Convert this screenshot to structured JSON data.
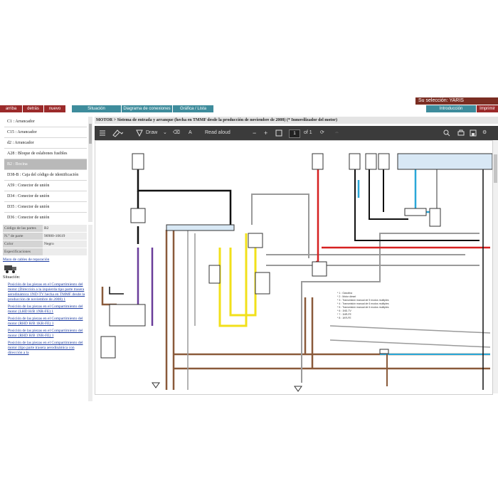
{
  "header": {
    "selection_label": "Su selección: YARIS",
    "nav_buttons": [
      "arriba",
      "detrás",
      "nuevo"
    ],
    "tabs": [
      "Situación",
      "Diagrama de conexiones",
      "Gráfica / Lista"
    ],
    "intro_button": "Introducción",
    "print_button": "Imprimir"
  },
  "sidebar": {
    "items": [
      "C1 : Arrancador",
      "C15 : Arrancador",
      "d2 : Arrancador",
      "A28 : Bloque de eslabones fusibles",
      "B2 : Bocina",
      "D38-B : Caja del código de identificación",
      "A59 : Conector de unión",
      "D34 : Conector de unión",
      "D35 : Conector de unión",
      "D36 : Conector de unión"
    ],
    "props": [
      {
        "k": "Código de las partes",
        "v": "B2"
      },
      {
        "k": "N.° de parte",
        "v": "90980-10619"
      },
      {
        "k": "Color",
        "v": "Negro"
      },
      {
        "k": "Especificaciones",
        "v": ""
      }
    ],
    "repair_link": "Mazo de cables de reparación",
    "situation_label": "Situación:",
    "situations": [
      "Posición de las piezas en el Compartimiento del motor (Dirección a la izquierda tipo parte trasera aerodinámica 1ND-TV hecha en TMMF desde la producción de noviembre de 2008) 1",
      "Posición de las piezas en el Compartimiento del motor (LHD H/B 1NR-FE) 1",
      "Posición de las piezas en el Compartimiento del motor (RHD H/B 1KR-FE) 1",
      "Posición de las piezas en el Compartimiento del motor (RHD H/B 1NR-FE) 1",
      "Posición de las piezas en el Compartimiento del motor (tipo parte trasera aerodinámica con dirección a la"
    ]
  },
  "main": {
    "breadcrumb": "MOTOR > Sistema de entrada y arranque (hecha en TMMF desde la producción de noviembre de 2008) (* Inmovilizador del motor)",
    "toolbar": {
      "draw": "Draw",
      "read_aloud": "Read aloud",
      "page": "1",
      "of": "of 1"
    },
    "diagram_notes": [
      "* 1 : Gasolina",
      "* 2 : Motor diesel",
      "* 3 : Transmisión manual de 5 modos multiples",
      "* 4 : Transmisión manual de 6 modos multiples",
      "* 5 : Transmisión manual de 6 modos multiples",
      "* 6 : 1ND-TV",
      "* 7 : 1NR-FE",
      "* 8 : 1KR-FE"
    ]
  },
  "colors": {
    "header_dark": "#7a2d22",
    "nav_red": "#9b2a2a",
    "tab_teal": "#3e8c9c",
    "toolbar": "#3b3b3b",
    "wire_black": "#111111",
    "wire_purple": "#6a3d9a",
    "wire_yellow": "#f2e01a",
    "wire_brown": "#8a5a3a",
    "wire_red": "#d62020",
    "wire_gray": "#9a9a9a",
    "wire_blue": "#29a7d8"
  }
}
